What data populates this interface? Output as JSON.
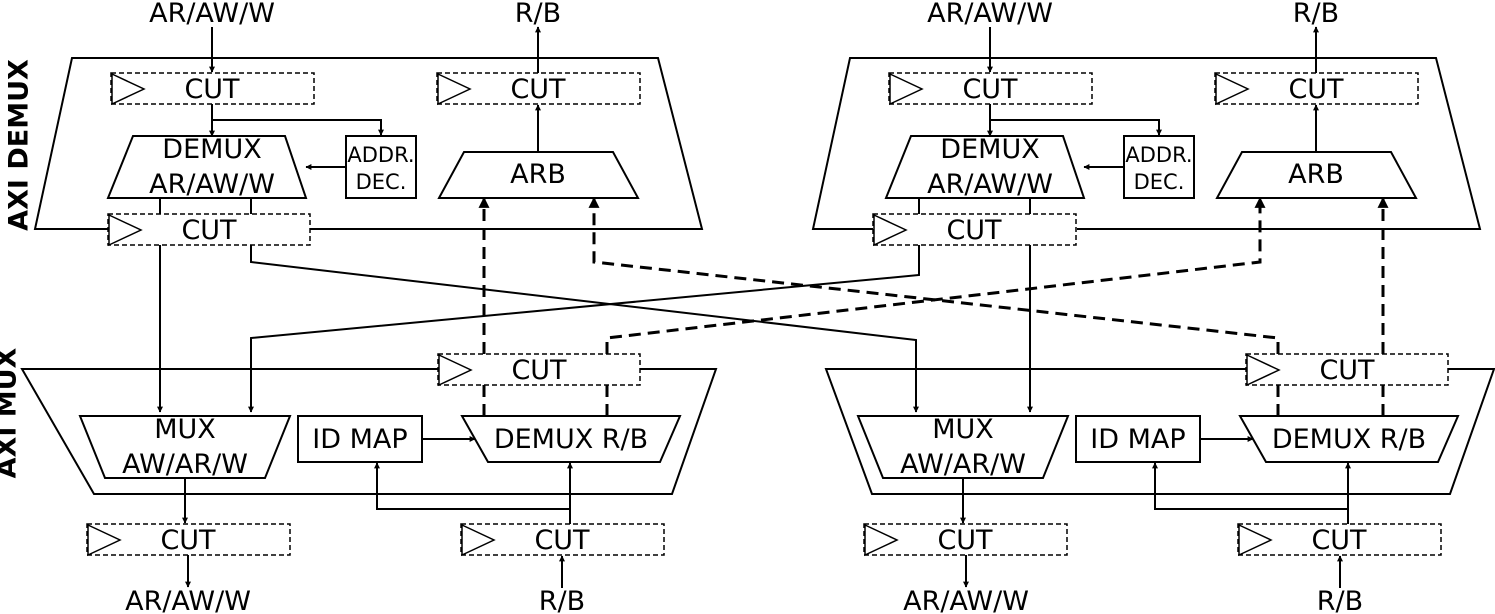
{
  "side_labels": {
    "demux": "AXI DEMUX",
    "mux": "AXI MUX"
  },
  "io_labels": {
    "req": "AR/AW/W",
    "resp": "R/B"
  },
  "blocks": {
    "cut": "CUT",
    "demux_line1": "DEMUX",
    "demux_line2": "AR/AW/W",
    "addr_line1": "ADDR.",
    "addr_line2": "DEC.",
    "arb": "ARB",
    "mux_line1": "MUX",
    "mux_line2": "AW/AR/W",
    "id_map": "ID MAP",
    "demux_rb": "DEMUX R/B"
  }
}
